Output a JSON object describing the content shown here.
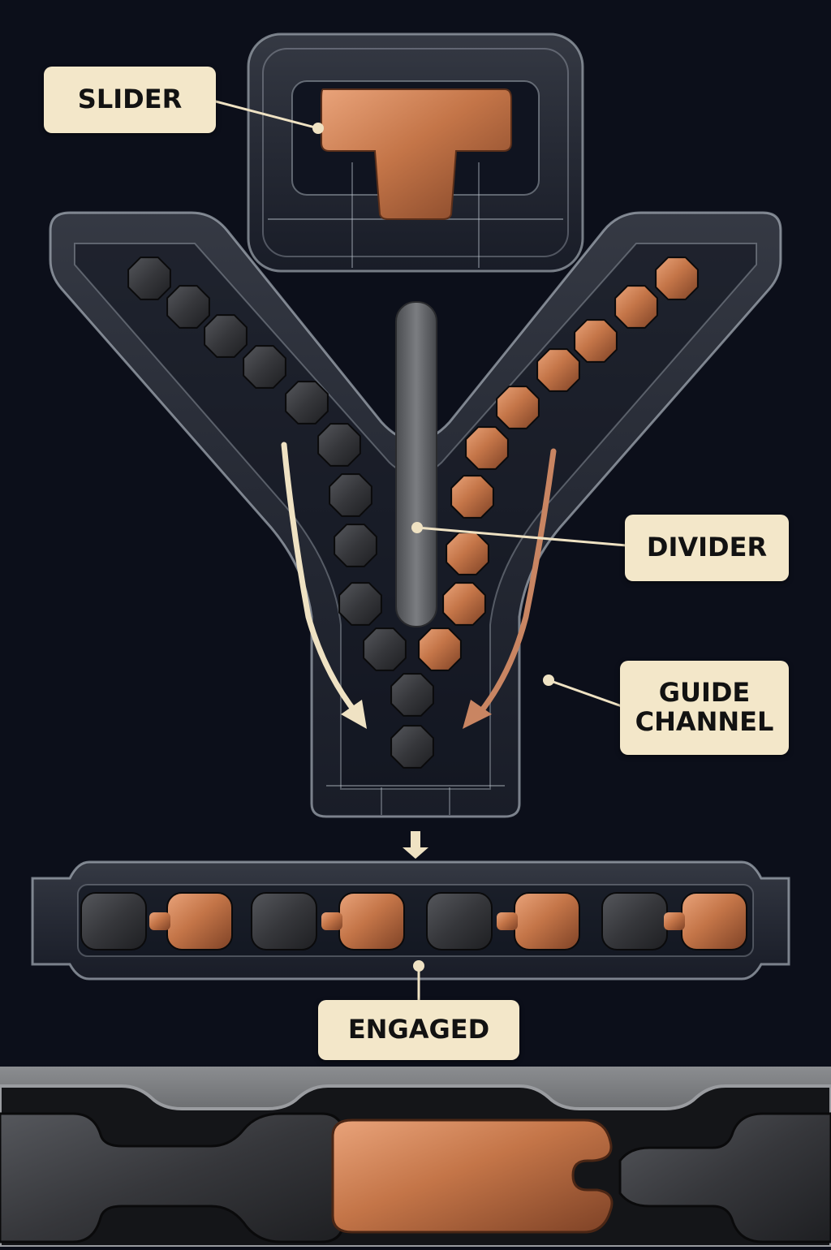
{
  "labels": {
    "slider": "SLIDER",
    "divider": "DIVIDER",
    "guide_channel_line1": "GUIDE",
    "guide_channel_line2": "CHANNEL",
    "engaged": "ENGAGED"
  },
  "colors": {
    "background": "#0c0f1a",
    "label_fill": "#f3e7c9",
    "label_text": "#121212",
    "copper": "#c77a4e",
    "dark_tooth": "#3a3b3f",
    "divider_metal": "#6d6f73",
    "clear_plastic": "#9aa3ad",
    "left_arrow": "#efe2c3",
    "right_arrow": "#c98562"
  },
  "icons": {
    "down_arrow": "down-arrow-icon",
    "left_flow_arrow": "left-flow-arrow-icon",
    "right_flow_arrow": "right-flow-arrow-icon"
  }
}
